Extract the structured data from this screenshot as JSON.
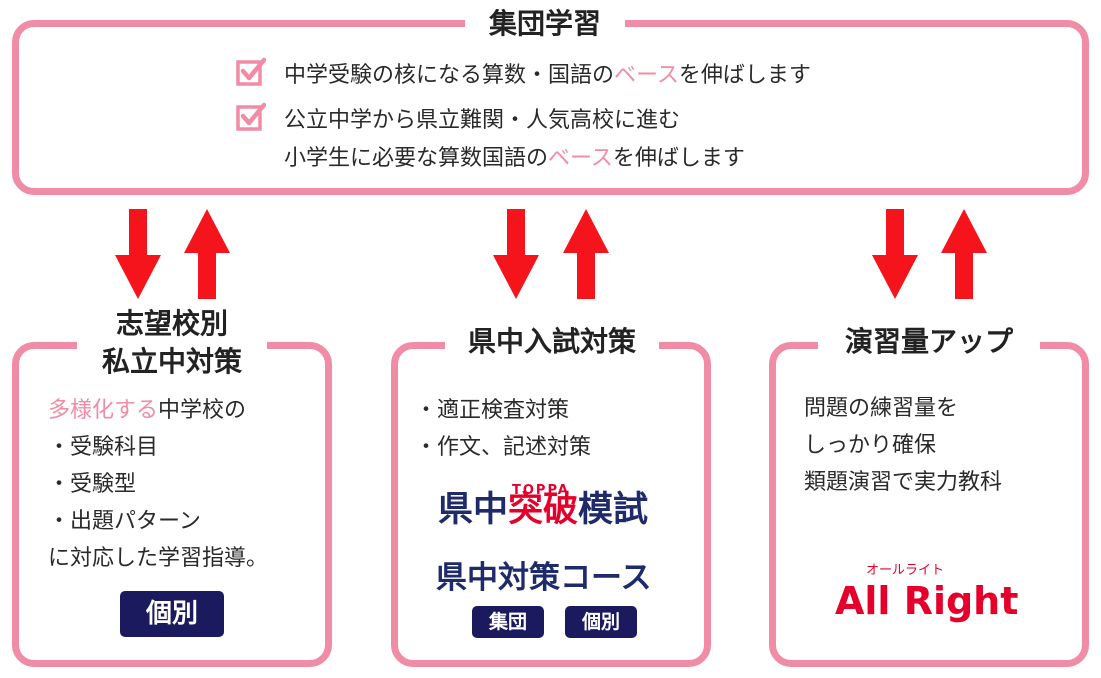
{
  "top": {
    "title": "集団学習",
    "item1": {
      "pre": "中学受験の核になる算数・国語の",
      "pink": "ベース",
      "post": "を伸ばします"
    },
    "item2_line1": "公立中学から県立難関・人気高校に進む",
    "item2_line2": {
      "pre": "小学生に必要な算数国語の",
      "pink": "ベース",
      "post": "を伸ばします"
    }
  },
  "left": {
    "title_line1": "志望校別",
    "title_line2": "私立中対策",
    "intro_pink": "多様化する",
    "intro_rest": "中学校の",
    "items": [
      "・受験科目",
      "・受験型",
      "・出題パターン"
    ],
    "closing": "に対応した学習指導。",
    "badge": "個別"
  },
  "center": {
    "title": "県中入試対策",
    "items": [
      "・適正検査対策",
      "・作文、記述対策"
    ],
    "logo1": {
      "part1": "県中",
      "ruby": "TOPPA",
      "part2": "突破",
      "part3": "模試"
    },
    "logo2": "県中対策コース",
    "badges": [
      "集団",
      "個別"
    ]
  },
  "right": {
    "title": "演習量アップ",
    "items": [
      "問題の練習量を",
      "しっかり確保",
      "類題演習で実力教科"
    ],
    "logo_ruby": "オールライト",
    "logo": "All Right"
  },
  "colors": {
    "border": "#f08ca6",
    "arrow": "#f5141c",
    "navy": "#1b1a5e",
    "red": "#e4002b"
  }
}
